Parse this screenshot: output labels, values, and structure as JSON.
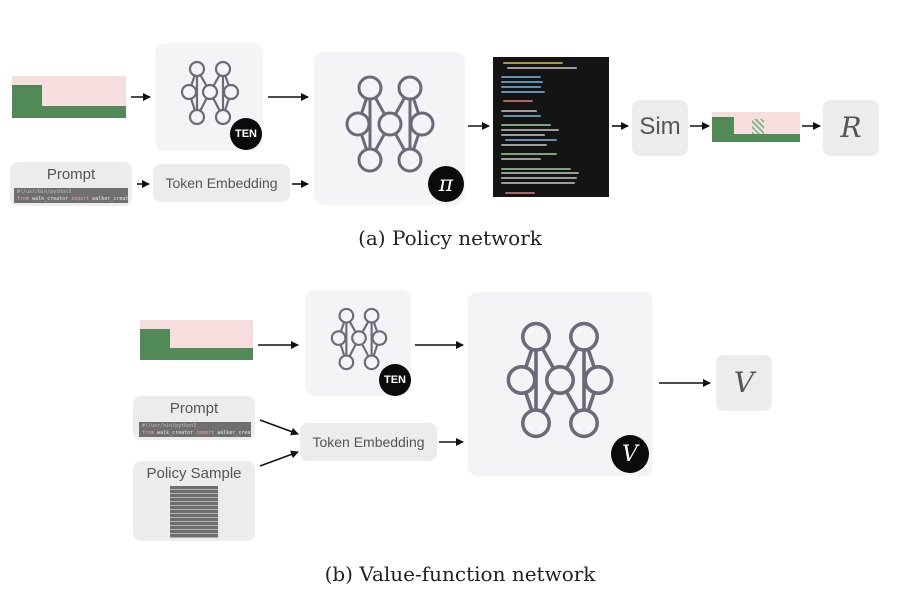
{
  "policy": {
    "caption": "(a) Policy network",
    "ten_badge": "TEN",
    "pi_badge": "π",
    "prompt_label": "Prompt",
    "prompt_code_line1": "#!/usr/bin/python3",
    "prompt_code_line2_kw": "from",
    "prompt_code_line2_mod": "walk_creator",
    "prompt_code_line2_imp": "import",
    "prompt_code_line2_name": "walker_creator",
    "token_embedding_label": "Token Embedding",
    "sim_label": "Sim",
    "reward_label": "R"
  },
  "value": {
    "caption": "(b) Value-function network",
    "ten_badge": "TEN",
    "v_badge": "V",
    "prompt_label": "Prompt",
    "prompt_code_line1": "#!/usr/bin/python3",
    "prompt_code_line2_kw": "from",
    "prompt_code_line2_mod": "walk_creator",
    "prompt_code_line2_imp": "import",
    "prompt_code_line2_name": "walker_creator",
    "policy_sample_label": "Policy Sample",
    "token_embedding_label": "Token Embedding",
    "output_label": "V"
  },
  "colors": {
    "terrain_pink": "#f6dede",
    "terrain_green": "#528a57",
    "box_gray": "#ececec",
    "network_stroke": "#6a6a78",
    "badge_black": "#0b0b0b"
  }
}
